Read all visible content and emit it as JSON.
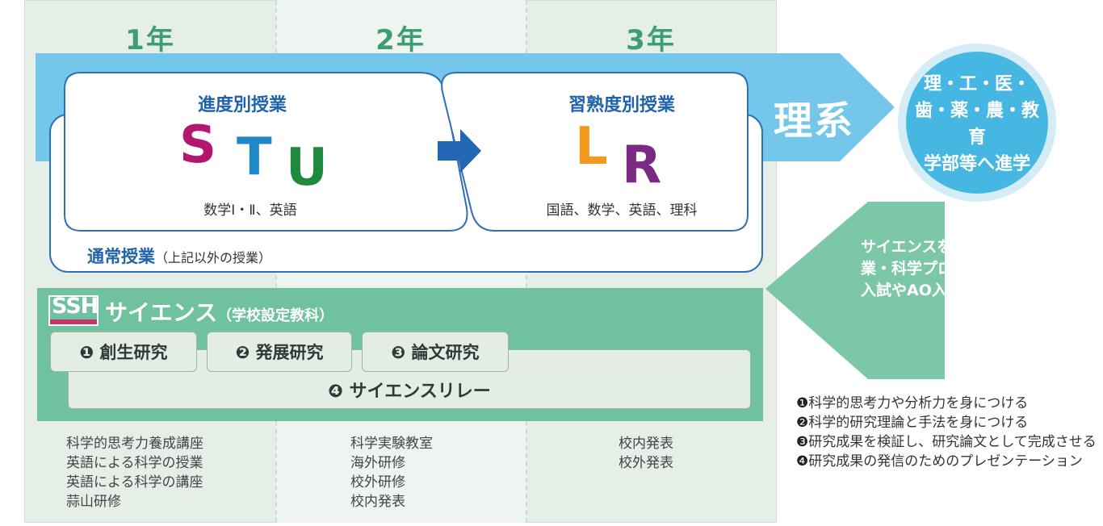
{
  "years": [
    "1年",
    "2年",
    "3年"
  ],
  "stu_box": {
    "title": "進度別授業",
    "letters": [
      {
        "text": "S",
        "color": "#b5166f"
      },
      {
        "text": "T",
        "color": "#1e88c9"
      },
      {
        "text": "U",
        "color": "#1f8a3e"
      }
    ],
    "subjects": "数学Ⅰ・Ⅱ、英語"
  },
  "lr_box": {
    "title": "習熟度別授業",
    "letters": [
      {
        "text": "L",
        "color": "#f29a1e"
      },
      {
        "text": "R",
        "color": "#7b2a83"
      }
    ],
    "subjects": "国語、数学、英語、理科"
  },
  "normal_class": {
    "label": "通常授業",
    "note": "（上記以外の授業）"
  },
  "rikei": "理系",
  "destination": [
    "理・工・医・",
    "歯・薬・農・教育",
    "学部等へ進学"
  ],
  "science": {
    "logo": "SSH",
    "title": "サイエンス",
    "subtitle": "（学校設定教科）",
    "modules": [
      "❶ 創生研究",
      "❷ 発展研究",
      "❸ 論文研究"
    ],
    "relay": "❹ サイエンスリレー"
  },
  "activities": {
    "year1": [
      "科学的思考力養成講座",
      "英語による科学の授業",
      "英語による科学の講座",
      "蒜山研修"
    ],
    "year2": [
      "科学実験教室",
      "海外研修",
      "校外研修",
      "校内発表"
    ],
    "year3": [
      "校内発表",
      "校外発表"
    ]
  },
  "benefit_text": "サイエンスを中心とした授業・科学プログラムは推薦入試やAO入試に役立ちます",
  "legend": [
    {
      "num": "❶",
      "text": "科学的思考力や分析力を身につける"
    },
    {
      "num": "❷",
      "text": "科学的研究理論と手法を身につける"
    },
    {
      "num": "❸",
      "text": "研究成果を検証し、研究論文として完成させる"
    },
    {
      "num": "❹",
      "text": "研究成果の発信のためのプレゼンテーション"
    }
  ],
  "colors": {
    "year_green": "#3f9d73",
    "arrow_blue": "#74c6ea",
    "box_border": "#2f6fb6",
    "science_green": "#6fc1a0",
    "circle_blue": "#45b7e2"
  }
}
